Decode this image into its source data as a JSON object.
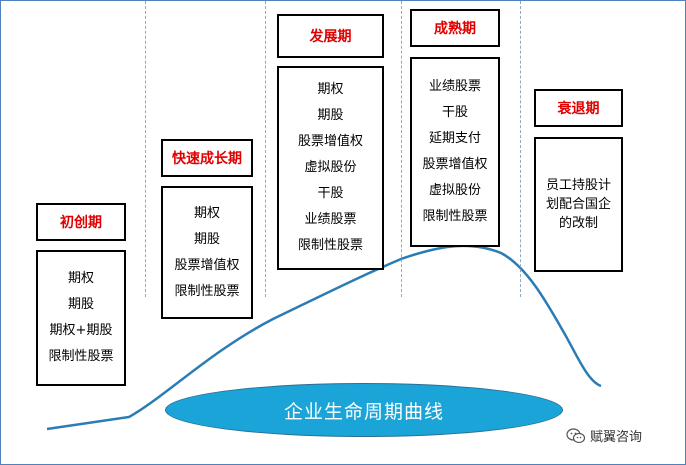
{
  "diagram": {
    "curve_label": "企业生命周期曲线",
    "stages": [
      {
        "title": "初创期",
        "tools": [
          "期权",
          "期股",
          "期权+期股",
          "限制性股票"
        ]
      },
      {
        "title": "快速成长期",
        "tools": [
          "期权",
          "期股",
          "股票增值权",
          "限制性股票"
        ]
      },
      {
        "title": "发展期",
        "tools": [
          "期权",
          "期股",
          "股票增值权",
          "虚拟股份",
          "干股",
          "业绩股票",
          "限制性股票"
        ]
      },
      {
        "title": "成熟期",
        "tools": [
          "业绩股票",
          "干股",
          "延期支付",
          "股票增值权",
          "虚拟股份",
          "限制性股票"
        ]
      },
      {
        "title": "衰退期",
        "tools": [
          "员工持股计",
          "划配合国企",
          "的改制"
        ]
      }
    ]
  },
  "watermark": {
    "icon": "wechat-icon",
    "text": "赋翼咨询"
  },
  "colors": {
    "stage_title": "#e00000",
    "curve": "#2a7db4",
    "ellipse": "#1aa4d8",
    "divider": "#8ea9c1"
  }
}
